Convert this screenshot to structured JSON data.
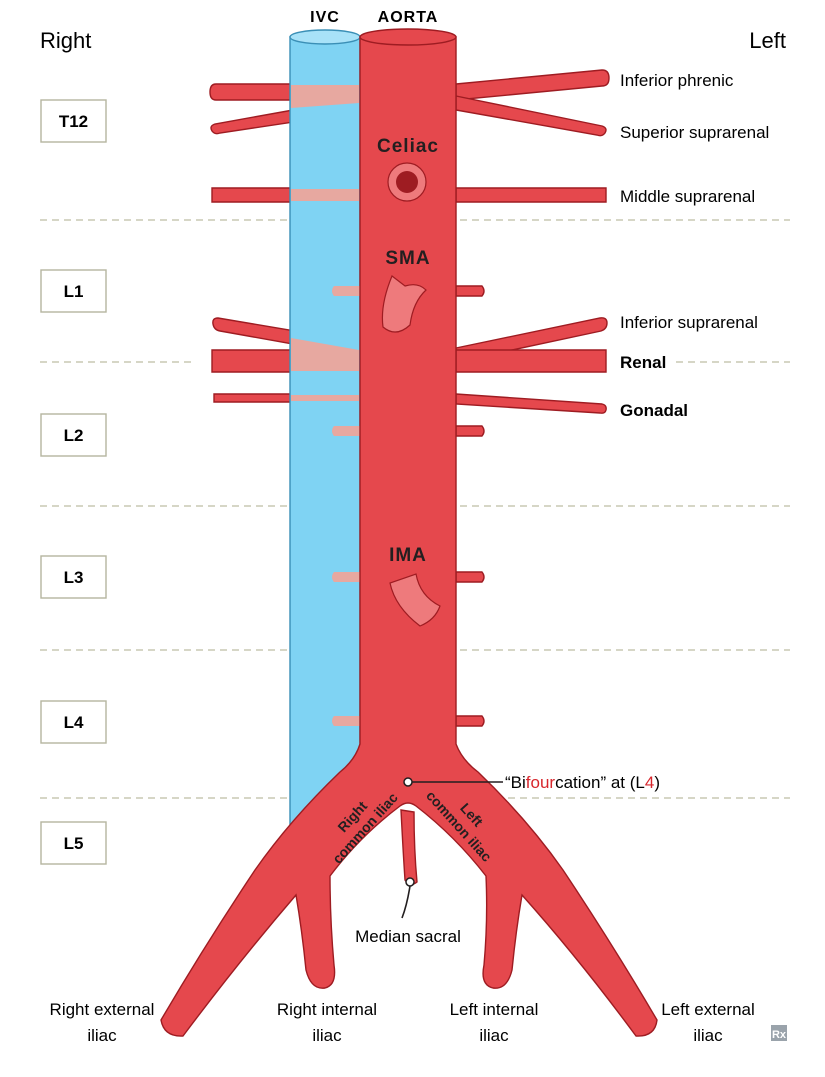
{
  "header": {
    "right": "Right",
    "left": "Left",
    "ivc": "IVC",
    "aorta": "AORTA"
  },
  "vertebrae": [
    "T12",
    "L1",
    "L2",
    "L3",
    "L4",
    "L5"
  ],
  "branches": {
    "celiac": "Celiac",
    "sma": "SMA",
    "ima": "IMA"
  },
  "labels_left_side": {
    "inferior_phrenic": "Inferior phrenic",
    "superior_suprarenal": "Superior suprarenal",
    "middle_suprarenal": "Middle suprarenal",
    "inferior_suprarenal": "Inferior suprarenal",
    "renal": "Renal",
    "gonadal": "Gonadal"
  },
  "bifurcation": {
    "pre": "“Bi",
    "accent": "four",
    "mid": "cation” at (L",
    "accent2": "4",
    "post": ")"
  },
  "iliac": {
    "right_common_1": "Right",
    "right_common_2": "common iliac",
    "left_common_1": "Left",
    "left_common_2": "common iliac",
    "median_sacral": "Median sacral",
    "right_external_1": "Right external",
    "right_external_2": "iliac",
    "right_internal_1": "Right internal",
    "right_internal_2": "iliac",
    "left_internal_1": "Left internal",
    "left_internal_2": "iliac",
    "left_external_1": "Left external",
    "left_external_2": "iliac"
  },
  "logo": "Rx",
  "colors": {
    "aorta": "#e5484d",
    "ivc": "#7fd3f3",
    "accent": "#d7262c"
  }
}
